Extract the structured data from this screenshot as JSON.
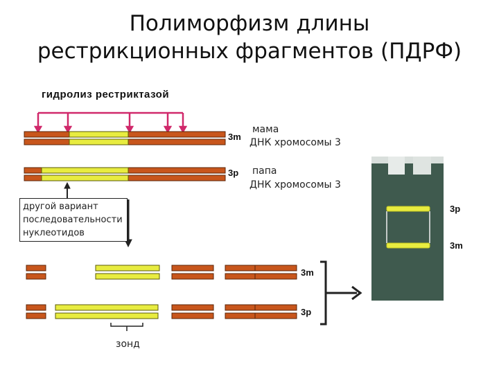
{
  "title": {
    "line1": "Полиморфизм длины",
    "line2": "рестрикционных фрагментов (ПДРФ)"
  },
  "digestion_label": "гидролиз рестриктазой",
  "chromosomes": {
    "mother": {
      "tag": "3m",
      "name": "мама",
      "desc": "ДНК хромосомы 3"
    },
    "father": {
      "tag": "3p",
      "name": "папа",
      "desc": "ДНК хромосомы 3"
    }
  },
  "variant_box": {
    "line1": "другой вариант",
    "line2": "последовательности",
    "line3": "нуклеотидов"
  },
  "fragments": {
    "tag_m": "3m",
    "tag_p": "3p"
  },
  "probe_label": "зонд",
  "gel": {
    "tag_p": "3p",
    "tag_m": "3m"
  },
  "colors": {
    "fragment_orange": "#c8561c",
    "probe_yellow": "#e8ec40",
    "cut_marker": "#d0286a",
    "gel_bg": "#3f5a4e"
  }
}
